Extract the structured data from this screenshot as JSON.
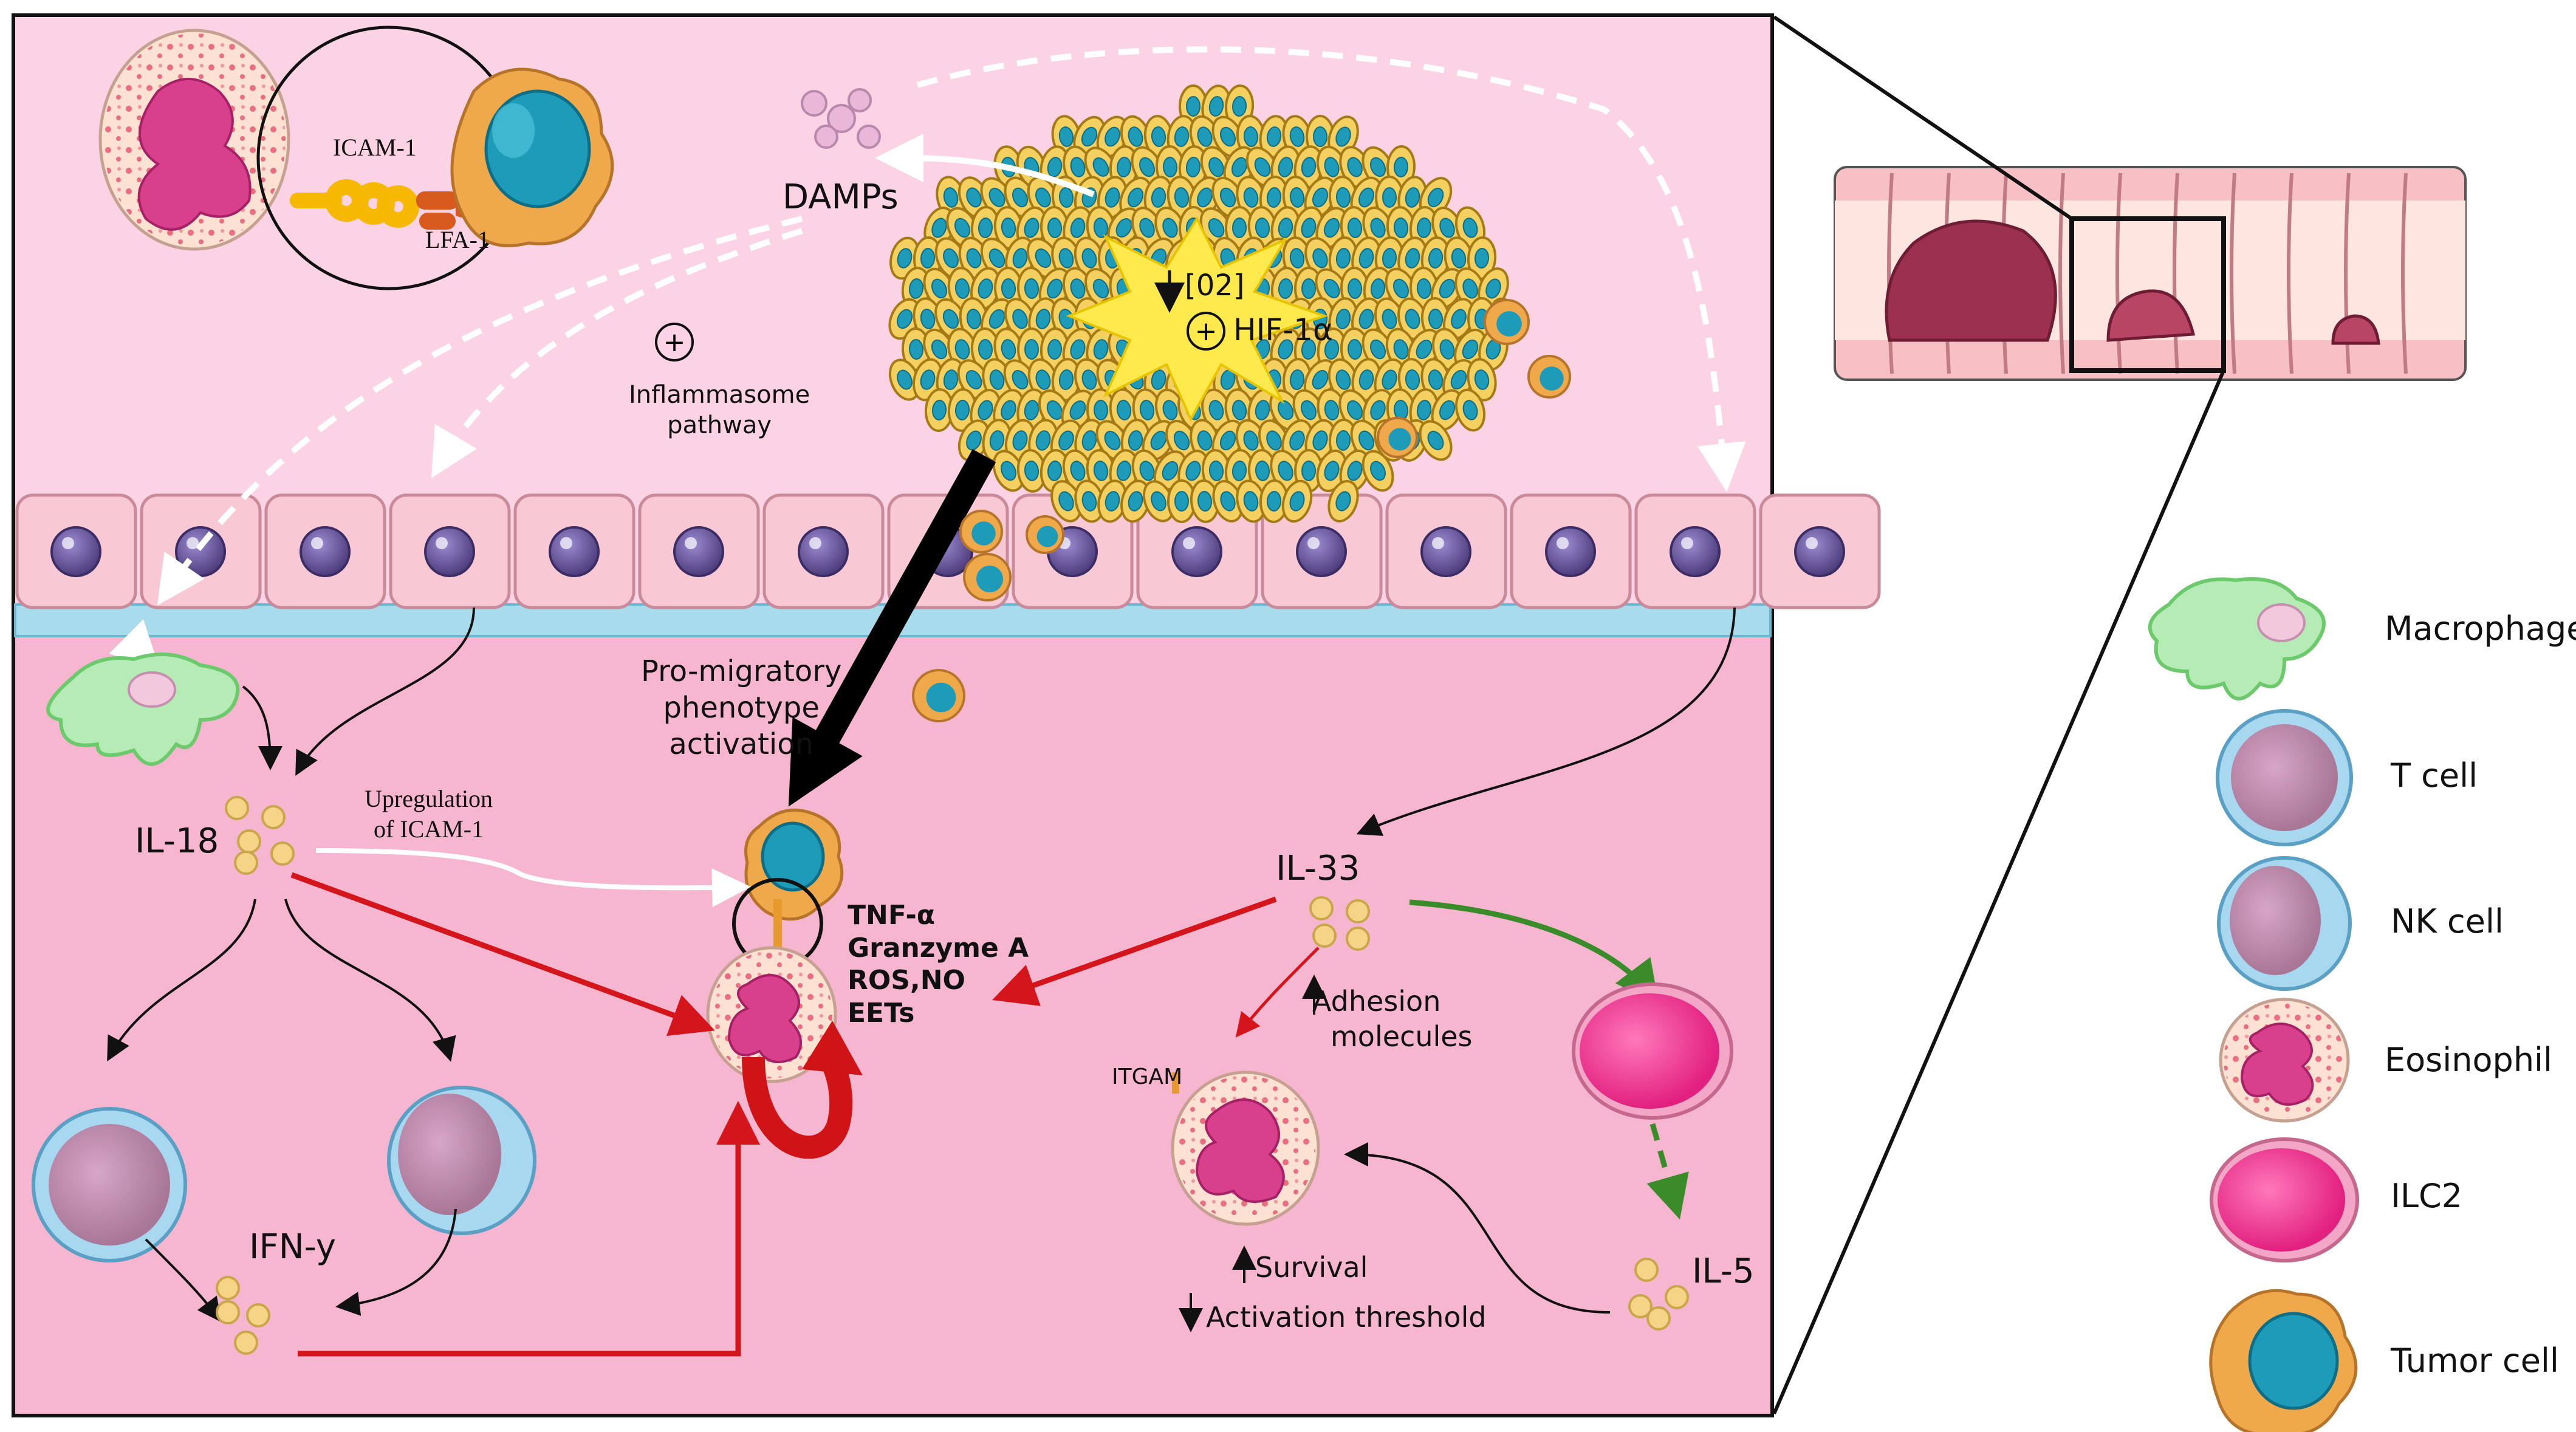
{
  "labels": {
    "icam1": "ICAM-1",
    "lfa1": "LFA-1",
    "damps": "DAMPs",
    "inflammasome_line1": "Inflammasome",
    "inflammasome_line2": "pathway",
    "o2": "[02]",
    "hif": "HIF-1α",
    "promigratory_line1": "Pro-migratory",
    "promigratory_line2": "phenotype",
    "promigratory_line3": "activation",
    "upregulation_line1": "Upregulation",
    "upregulation_line2": "of ICAM-1",
    "il18": "IL-18",
    "il33": "IL-33",
    "il5": "IL-5",
    "ifny": "IFN-y",
    "itgam": "ITGAM",
    "adhesion_line1": "Adhesion",
    "adhesion_line2": "molecules",
    "survival": "Survival",
    "activation_threshold": "Activation threshold"
  },
  "effector_list": [
    "TNF-α",
    "Granzyme A",
    "ROS,NO",
    "EETs"
  ],
  "legend": [
    "Macrophage",
    "T cell",
    "NK cell",
    "Eosinophil",
    "ILC2",
    "Tumor cell"
  ],
  "colors": {
    "tissue_background": "#fbd3e4",
    "stroma": "#f7b6cf",
    "epithelium": "#f8c9d4",
    "tumor_cell": "#f0a94a",
    "nucleus": "#1d9bb8",
    "inhibitory_arrow": "#d4151b",
    "ilc2_arrow": "#3a8c2a",
    "main_arrow": "#000000",
    "hypoxia_star": "#ffe94d"
  }
}
